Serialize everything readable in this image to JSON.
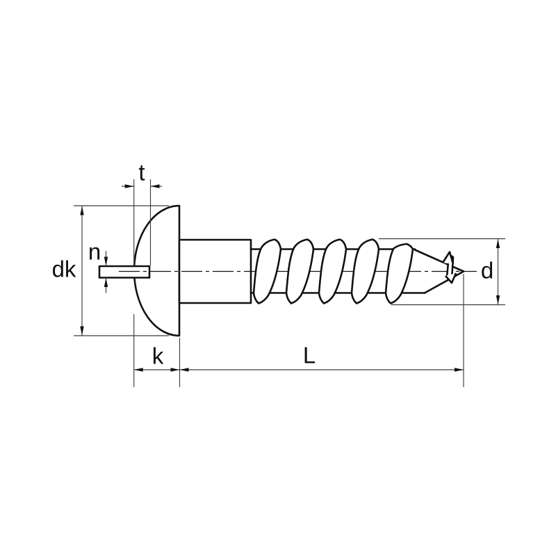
{
  "drawing": {
    "dimension_labels": {
      "slot_depth": "t",
      "slot_width": "n",
      "head_diameter": "dk",
      "head_height": "k",
      "screw_length": "L",
      "thread_diameter": "d"
    },
    "colors": {
      "outline": "#111111",
      "dimension_lines": "#3c3c3c",
      "background": "#ffffff"
    }
  }
}
